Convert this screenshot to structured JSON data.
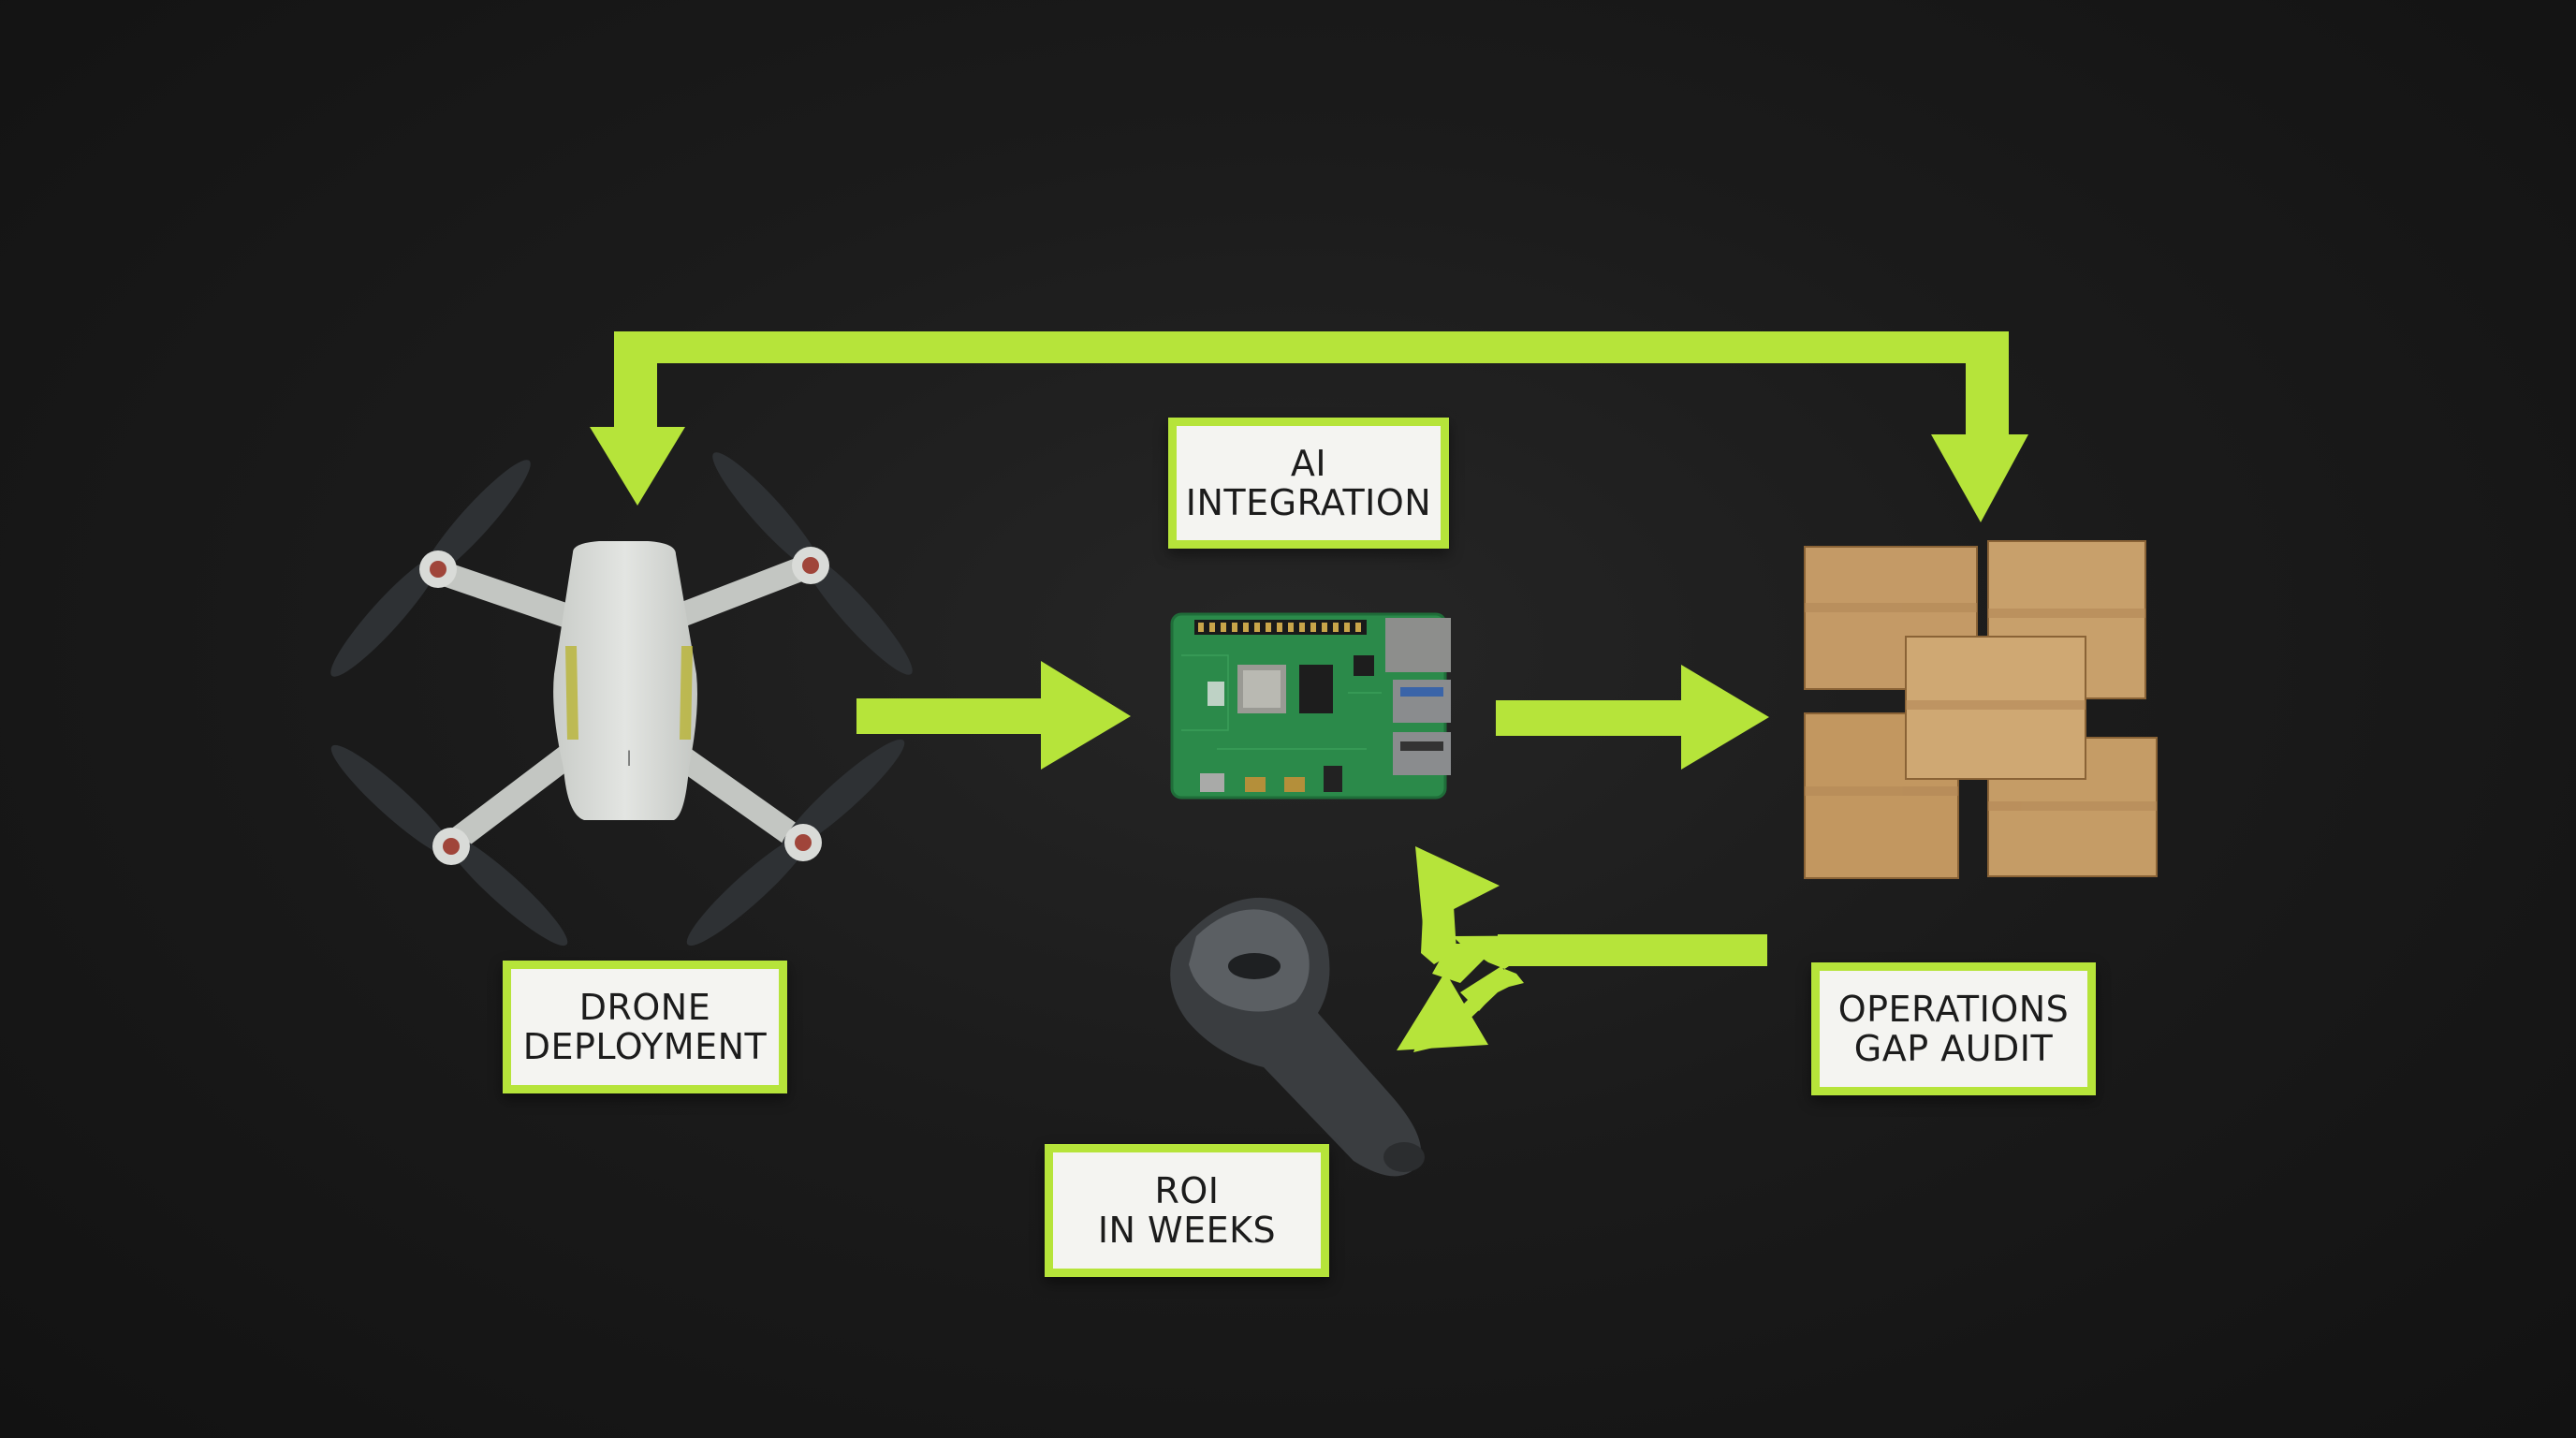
{
  "colors": {
    "background": "#161616",
    "accent_arrow": "#b6e43a",
    "card_fill": "#f4f4f1",
    "card_text": "#1c1c1c"
  },
  "nodes": {
    "ai_integration": {
      "line1": "AI",
      "line2": "INTEGRATION",
      "icon": "raspberry-pi-board"
    },
    "drone_deployment": {
      "line1": "DRONE",
      "line2": "DEPLOYMENT",
      "icon": "quadcopter-drone"
    },
    "operations_gap_audit": {
      "line1": "OPERATIONS",
      "line2": "GAP AUDIT",
      "icon": "cardboard-boxes"
    },
    "roi_in_weeks": {
      "line1": "ROI",
      "line2": "IN WEEKS",
      "icon": "barcode-scanner"
    }
  },
  "edges": [
    {
      "from": "drone_deployment",
      "to": "ai_integration"
    },
    {
      "from": "ai_integration",
      "to": "operations_gap_audit"
    },
    {
      "from": "operations_gap_audit",
      "to": "ai_integration"
    },
    {
      "from": "operations_gap_audit",
      "to": "roi_in_weeks"
    },
    {
      "from": "loop_top",
      "to": "drone_deployment"
    },
    {
      "from": "loop_top",
      "to": "operations_gap_audit"
    }
  ]
}
